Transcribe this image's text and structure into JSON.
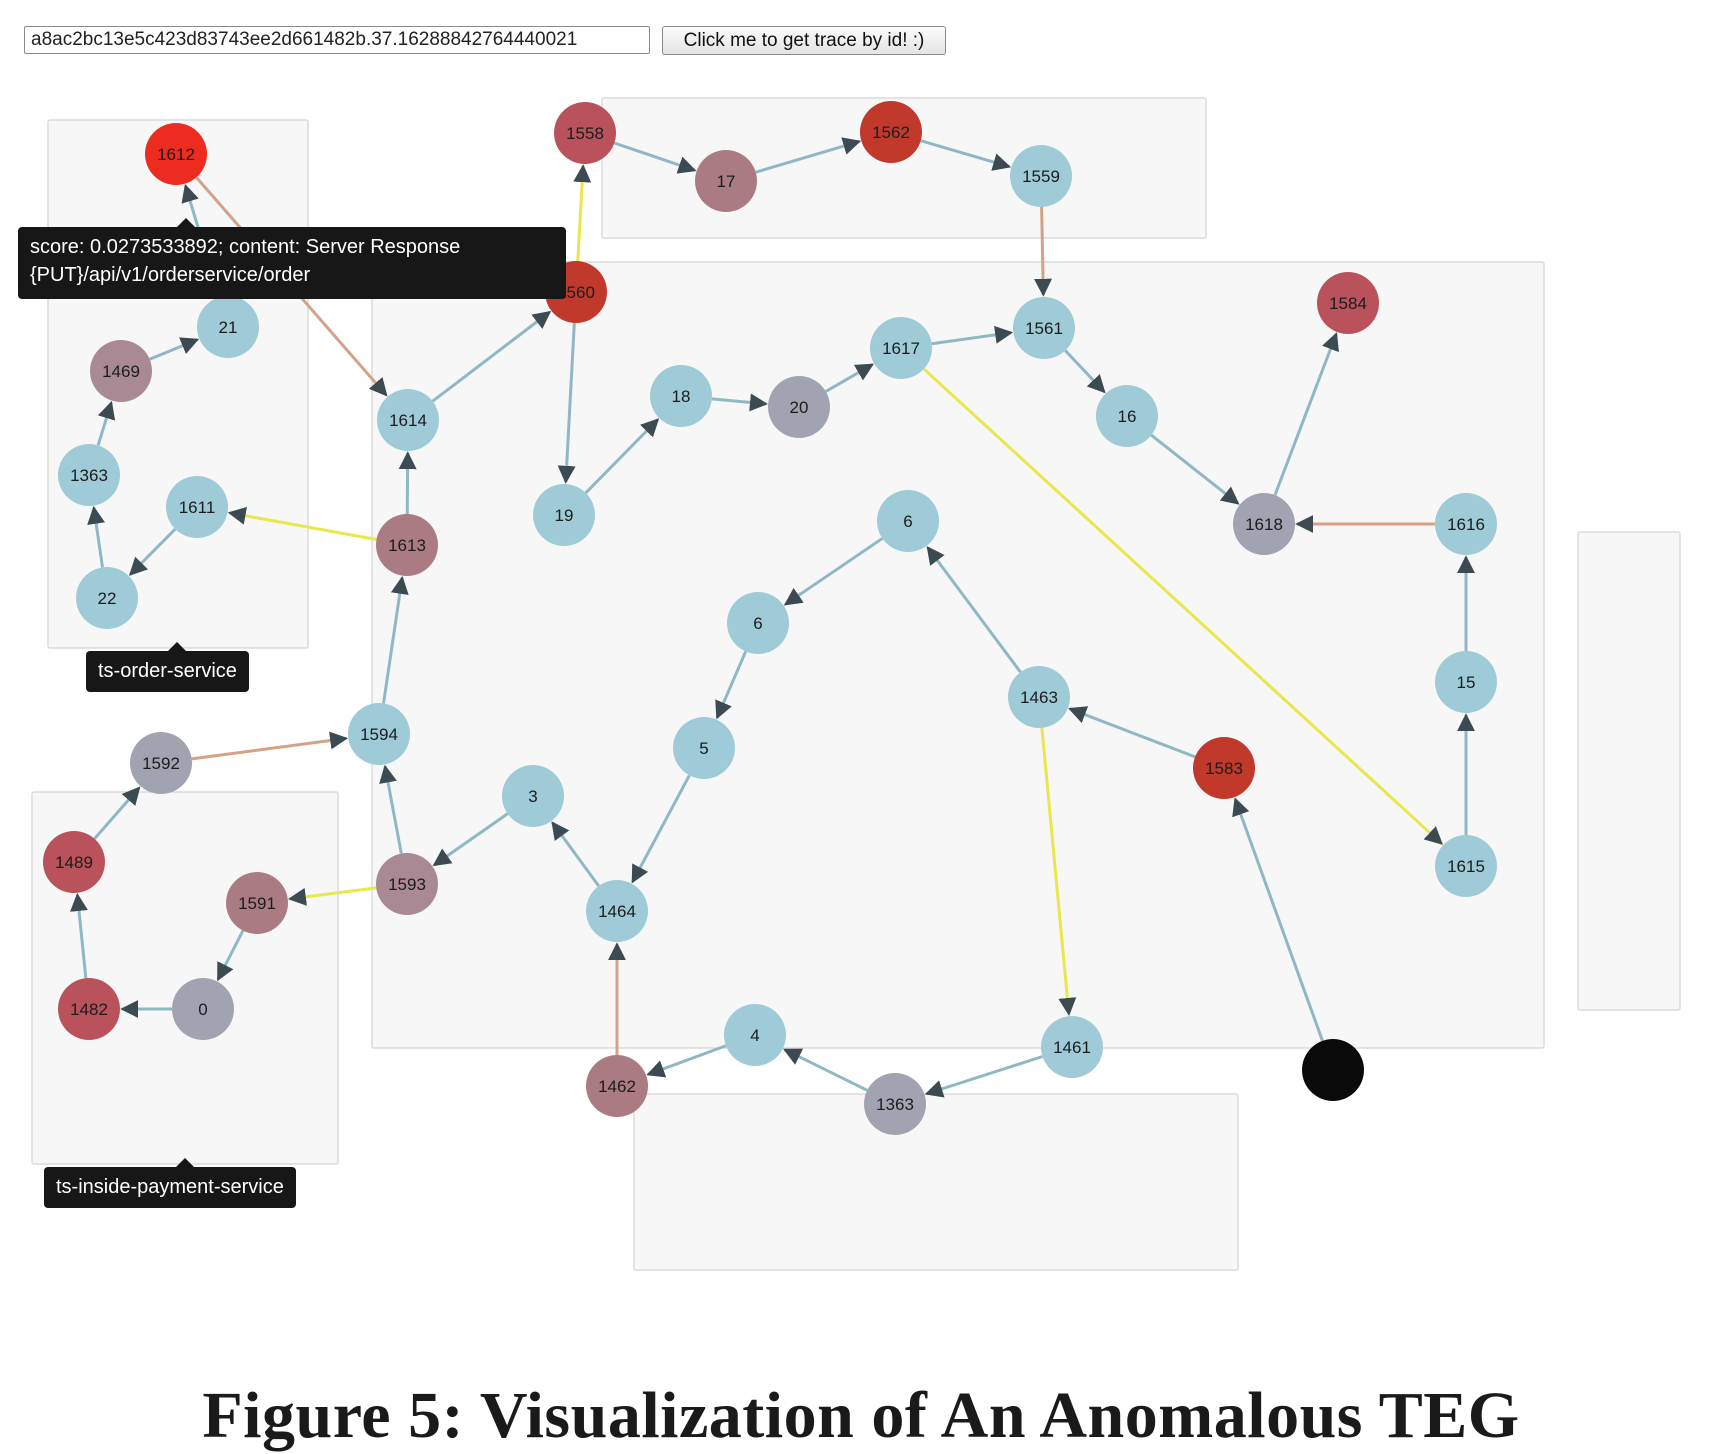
{
  "toolbar": {
    "trace_id_value": "a8ac2bc13e5c423d83743ee2d661482b.37.16288842764440021",
    "get_trace_button_label": "Click me to get trace by id! :)"
  },
  "tooltip": {
    "line1": "score: 0.0273533892; content: Server Response",
    "line2": "{PUT}/api/v1/orderservice/order"
  },
  "group_labels": {
    "order_service": "ts-order-service",
    "inside_payment_service": "ts-inside-payment-service"
  },
  "colors": {
    "normal": "#9ecbd7",
    "gray": "#a1a4b0",
    "mauve": "#a98a94",
    "rose": "#ab7b84",
    "red": "#b9525a",
    "dark_red": "#c0392b",
    "bright_red": "#ee2b1f",
    "black": "#0a0a0a",
    "edge_default": "#8fb8c4",
    "edge_orange": "#d3a386",
    "edge_yellow": "#e8e84c",
    "group_fill": "#f7f7f8",
    "group_stroke": "#dcdcdc"
  },
  "graph": {
    "nodes": [
      {
        "id": "n1612",
        "label": "1612",
        "color": "bright_red"
      },
      {
        "id": "n21",
        "label": "21",
        "color": "normal"
      },
      {
        "id": "n1469",
        "label": "1469",
        "color": "mauve"
      },
      {
        "id": "n1363a",
        "label": "1363",
        "color": "normal"
      },
      {
        "id": "n1611",
        "label": "1611",
        "color": "normal"
      },
      {
        "id": "n22",
        "label": "22",
        "color": "normal"
      },
      {
        "id": "n1558",
        "label": "1558",
        "color": "red"
      },
      {
        "id": "n17",
        "label": "17",
        "color": "rose"
      },
      {
        "id": "n1562",
        "label": "1562",
        "color": "dark_red"
      },
      {
        "id": "n1559",
        "label": "1559",
        "color": "normal"
      },
      {
        "id": "n1560",
        "label": "1560",
        "color": "dark_red"
      },
      {
        "id": "n1614",
        "label": "1614",
        "color": "normal"
      },
      {
        "id": "n1613",
        "label": "1613",
        "color": "rose"
      },
      {
        "id": "n19",
        "label": "19",
        "color": "normal"
      },
      {
        "id": "n18",
        "label": "18",
        "color": "normal"
      },
      {
        "id": "n20",
        "label": "20",
        "color": "gray"
      },
      {
        "id": "n1617",
        "label": "1617",
        "color": "normal"
      },
      {
        "id": "n1561",
        "label": "1561",
        "color": "normal"
      },
      {
        "id": "n16",
        "label": "16",
        "color": "normal"
      },
      {
        "id": "n1584",
        "label": "1584",
        "color": "red"
      },
      {
        "id": "n1618",
        "label": "1618",
        "color": "gray"
      },
      {
        "id": "n6a",
        "label": "6",
        "color": "normal"
      },
      {
        "id": "n6b",
        "label": "6",
        "color": "normal"
      },
      {
        "id": "n5",
        "label": "5",
        "color": "normal"
      },
      {
        "id": "n1463",
        "label": "1463",
        "color": "normal"
      },
      {
        "id": "n1583",
        "label": "1583",
        "color": "dark_red"
      },
      {
        "id": "n1594",
        "label": "1594",
        "color": "normal"
      },
      {
        "id": "n1593",
        "label": "1593",
        "color": "mauve"
      },
      {
        "id": "n3",
        "label": "3",
        "color": "normal"
      },
      {
        "id": "n1464",
        "label": "1464",
        "color": "normal"
      },
      {
        "id": "n1616",
        "label": "1616",
        "color": "normal"
      },
      {
        "id": "n15",
        "label": "15",
        "color": "normal"
      },
      {
        "id": "n1615",
        "label": "1615",
        "color": "normal"
      },
      {
        "id": "n1592",
        "label": "1592",
        "color": "gray"
      },
      {
        "id": "n1489",
        "label": "1489",
        "color": "red"
      },
      {
        "id": "n1591",
        "label": "1591",
        "color": "rose"
      },
      {
        "id": "n1482",
        "label": "1482",
        "color": "red"
      },
      {
        "id": "n0",
        "label": "0",
        "color": "gray"
      },
      {
        "id": "n1462",
        "label": "1462",
        "color": "rose"
      },
      {
        "id": "n4",
        "label": "4",
        "color": "normal"
      },
      {
        "id": "n1363b",
        "label": "1363",
        "color": "gray"
      },
      {
        "id": "n1461",
        "label": "1461",
        "color": "normal"
      },
      {
        "id": "nblack",
        "label": "",
        "color": "black"
      }
    ],
    "edges": [
      {
        "from": "n1612",
        "to": "n1614",
        "color": "edge_orange"
      },
      {
        "from": "n21",
        "to": "n1612",
        "color": "edge_default"
      },
      {
        "from": "n1469",
        "to": "n21",
        "color": "edge_default"
      },
      {
        "from": "n1363a",
        "to": "n1469",
        "color": "edge_default"
      },
      {
        "from": "n22",
        "to": "n1363a",
        "color": "edge_default"
      },
      {
        "from": "n1611",
        "to": "n22",
        "color": "edge_default"
      },
      {
        "from": "n1613",
        "to": "n1611",
        "color": "edge_yellow"
      },
      {
        "from": "n1613",
        "to": "n1614",
        "color": "edge_default"
      },
      {
        "from": "n1614",
        "to": "n1560",
        "color": "edge_default"
      },
      {
        "from": "n1560",
        "to": "n1558",
        "color": "edge_yellow"
      },
      {
        "from": "n1560",
        "to": "n19",
        "color": "edge_default"
      },
      {
        "from": "n1558",
        "to": "n17",
        "color": "edge_default"
      },
      {
        "from": "n17",
        "to": "n1562",
        "color": "edge_default"
      },
      {
        "from": "n1562",
        "to": "n1559",
        "color": "edge_default"
      },
      {
        "from": "n1559",
        "to": "n1561",
        "color": "edge_orange"
      },
      {
        "from": "n19",
        "to": "n18",
        "color": "edge_default"
      },
      {
        "from": "n18",
        "to": "n20",
        "color": "edge_default"
      },
      {
        "from": "n20",
        "to": "n1617",
        "color": "edge_default"
      },
      {
        "from": "n1617",
        "to": "n1561",
        "color": "edge_default"
      },
      {
        "from": "n1617",
        "to": "n1615",
        "color": "edge_yellow"
      },
      {
        "from": "n1561",
        "to": "n16",
        "color": "edge_default"
      },
      {
        "from": "n16",
        "to": "n1618",
        "color": "edge_default"
      },
      {
        "from": "n1618",
        "to": "n1584",
        "color": "edge_default"
      },
      {
        "from": "n1616",
        "to": "n1618",
        "color": "edge_orange"
      },
      {
        "from": "n15",
        "to": "n1616",
        "color": "edge_default"
      },
      {
        "from": "n1615",
        "to": "n15",
        "color": "edge_default"
      },
      {
        "from": "n6a",
        "to": "n6b",
        "color": "edge_default"
      },
      {
        "from": "n6b",
        "to": "n5",
        "color": "edge_default"
      },
      {
        "from": "n5",
        "to": "n1464",
        "color": "edge_default"
      },
      {
        "from": "n1464",
        "to": "n3",
        "color": "edge_default"
      },
      {
        "from": "n3",
        "to": "n1593",
        "color": "edge_default"
      },
      {
        "from": "n1593",
        "to": "n1594",
        "color": "edge_default"
      },
      {
        "from": "n1593",
        "to": "n1591",
        "color": "edge_yellow"
      },
      {
        "from": "n1594",
        "to": "n1613",
        "color": "edge_default"
      },
      {
        "from": "n1592",
        "to": "n1594",
        "color": "edge_orange"
      },
      {
        "from": "n1489",
        "to": "n1592",
        "color": "edge_default"
      },
      {
        "from": "n1482",
        "to": "n1489",
        "color": "edge_default"
      },
      {
        "from": "n0",
        "to": "n1482",
        "color": "edge_default"
      },
      {
        "from": "n1591",
        "to": "n0",
        "color": "edge_default"
      },
      {
        "from": "n1463",
        "to": "n6a",
        "color": "edge_default"
      },
      {
        "from": "n1583",
        "to": "n1463",
        "color": "edge_default"
      },
      {
        "from": "n1463",
        "to": "n1461",
        "color": "edge_yellow"
      },
      {
        "from": "n1461",
        "to": "n1363b",
        "color": "edge_default"
      },
      {
        "from": "n1363b",
        "to": "n4",
        "color": "edge_default"
      },
      {
        "from": "n4",
        "to": "n1462",
        "color": "edge_default"
      },
      {
        "from": "n1462",
        "to": "n1464",
        "color": "edge_orange"
      },
      {
        "from": "nblack",
        "to": "n1583",
        "color": "edge_default"
      }
    ]
  },
  "caption": "Figure 5: Visualization of An Anomalous TEG"
}
